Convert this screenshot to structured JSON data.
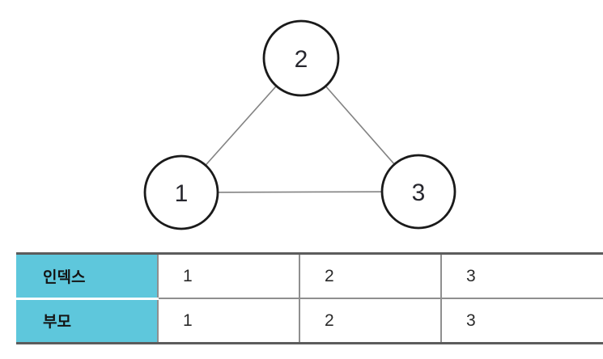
{
  "diagram": {
    "type": "graph",
    "description": "triangle graph of three nodes",
    "nodes": [
      {
        "label": "1",
        "position": "bottom-left"
      },
      {
        "label": "2",
        "position": "top-center"
      },
      {
        "label": "3",
        "position": "bottom-right"
      }
    ],
    "edges": [
      "1-2",
      "2-3",
      "1-3"
    ]
  },
  "table": {
    "rows": [
      {
        "header": "인덱스",
        "cells": [
          "1",
          "2",
          "3"
        ]
      },
      {
        "header": "부모",
        "cells": [
          "1",
          "2",
          "3"
        ]
      }
    ]
  },
  "colors": {
    "header_bg": "#5ec7dc",
    "node_stroke": "#1a1a1a",
    "edge_stroke": "#838383",
    "outer_border": "#5c5c5c",
    "inner_border": "#8f8f8f"
  }
}
